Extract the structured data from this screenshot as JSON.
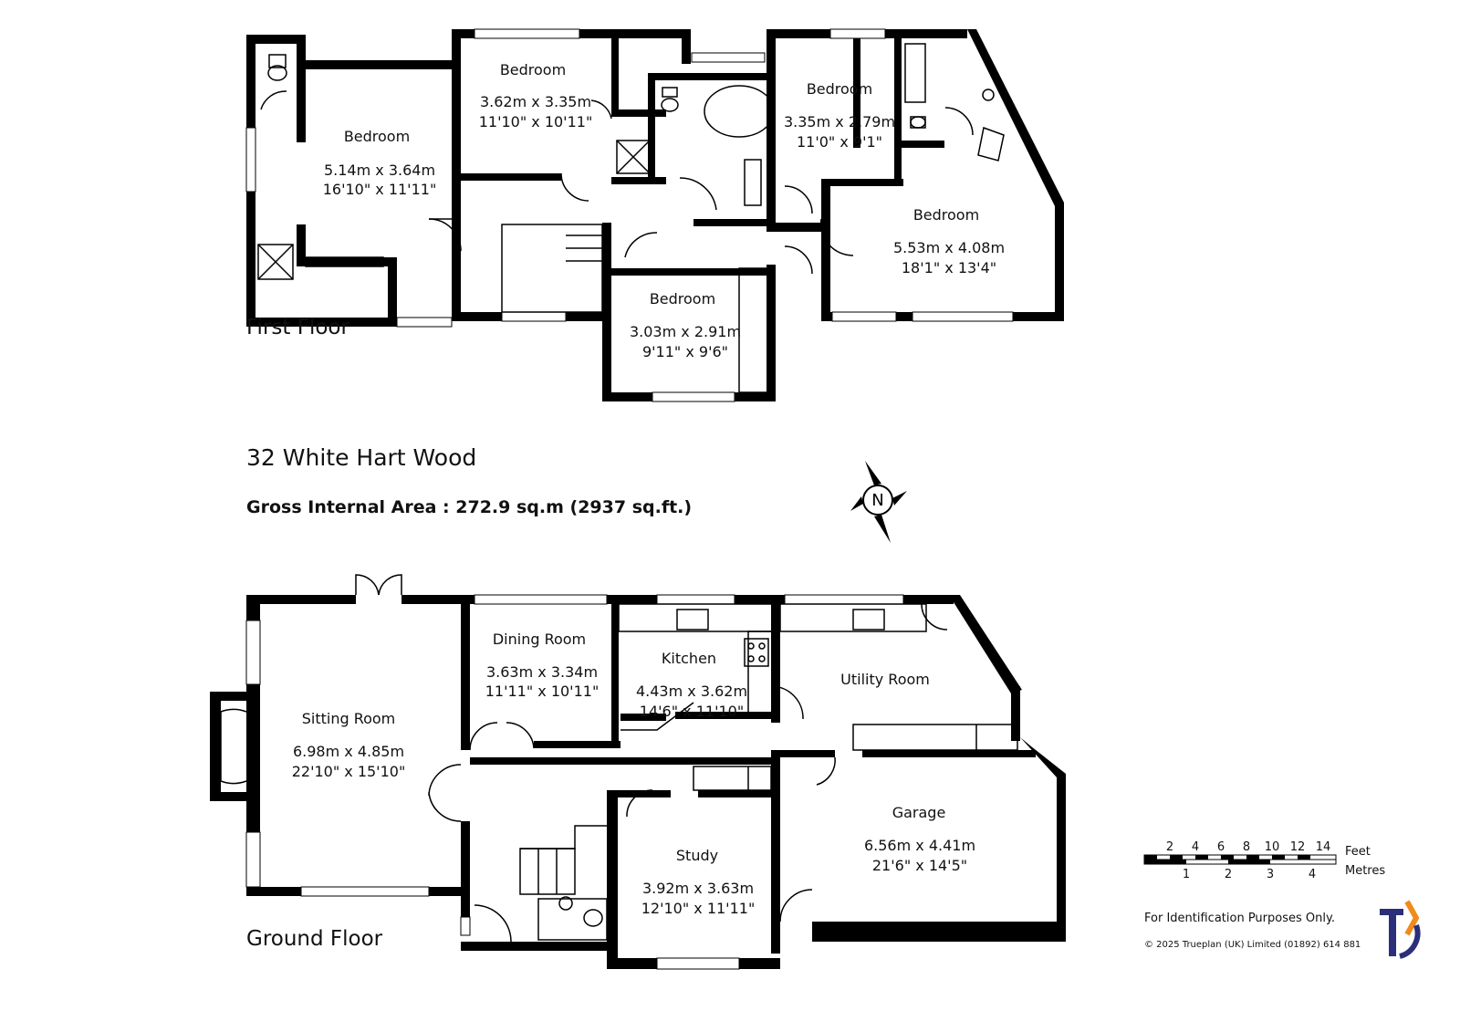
{
  "title": "32 White Hart Wood",
  "gross_internal_area": "Gross Internal Area  :  272.9 sq.m   (2937 sq.ft.)",
  "floors": {
    "first": "First Floor",
    "ground": "Ground Floor"
  },
  "rooms": {
    "ff_bedroom_1": {
      "name": "Bedroom",
      "metric": "5.14m  x  3.64m",
      "imperial": "16'10\"  x  11'11\""
    },
    "ff_bedroom_2": {
      "name": "Bedroom",
      "metric": "3.62m  x  3.35m",
      "imperial": "11'10\"  x  10'11\""
    },
    "ff_bedroom_3": {
      "name": "Bedroom",
      "metric": "3.35m  x  2.79m",
      "imperial": "11'0\"  x  9'1\""
    },
    "ff_bedroom_4": {
      "name": "Bedroom",
      "metric": "5.53m  x  4.08m",
      "imperial": "18'1\"  x  13'4\""
    },
    "ff_bedroom_5": {
      "name": "Bedroom",
      "metric": "3.03m  x  2.91m",
      "imperial": "9'11\"  x  9'6\""
    },
    "gf_sitting": {
      "name": "Sitting Room",
      "metric": "6.98m  x  4.85m",
      "imperial": "22'10\"  x  15'10\""
    },
    "gf_dining": {
      "name": "Dining Room",
      "metric": "3.63m  x  3.34m",
      "imperial": "11'11\"  x  10'11\""
    },
    "gf_kitchen": {
      "name": "Kitchen",
      "metric": "4.43m  x  3.62m",
      "imperial": "14'6\"  x  11'10\""
    },
    "gf_utility": {
      "name": "Utility Room"
    },
    "gf_study": {
      "name": "Study",
      "metric": "3.92m  x  3.63m",
      "imperial": "12'10\"  x  11'11\""
    },
    "gf_garage": {
      "name": "Garage",
      "metric": "6.56m  x  4.41m",
      "imperial": "21'6\"  x  14'5\""
    }
  },
  "compass": {
    "label": "N"
  },
  "scale": {
    "feet_ticks": [
      "2",
      "4",
      "6",
      "8",
      "10",
      "12",
      "14"
    ],
    "feet_label": "Feet",
    "metre_ticks": [
      "1",
      "2",
      "3",
      "4"
    ],
    "metre_label": "Metres"
  },
  "disclaimer": "For Identification Purposes Only.",
  "copyright": "©  2025 Trueplan (UK) Limited  (01892) 614 881",
  "colors": {
    "logo_navy": "#2b2f7a",
    "logo_orange": "#f08a1c",
    "walls": "#000000"
  }
}
